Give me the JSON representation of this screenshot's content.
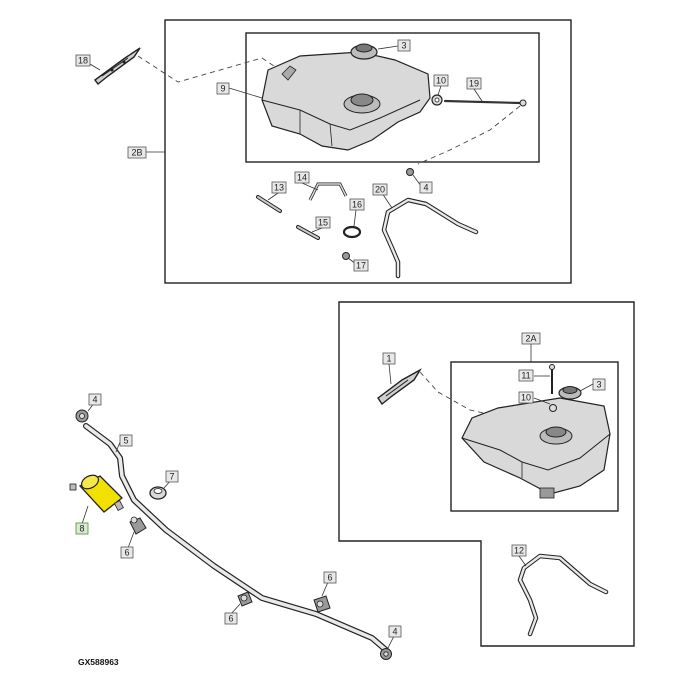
{
  "diagram": {
    "figure_code": "GX588963",
    "colors": {
      "highlight_part": "#f2e000",
      "highlight_label": "#d8ead2"
    },
    "callouts": {
      "c18": "18",
      "c9": "9",
      "c3a": "3",
      "c10a": "10",
      "c19": "19",
      "c2B": "2B",
      "c4a": "4",
      "c13": "13",
      "c14": "14",
      "c20": "20",
      "c15": "15",
      "c16": "16",
      "c17": "17",
      "c2A": "2A",
      "c1": "1",
      "c11": "11",
      "c10b": "10",
      "c3b": "3",
      "c12": "12",
      "c4b": "4",
      "c5": "5",
      "c7": "7",
      "c8": "8",
      "c6a": "6",
      "c6b": "6",
      "c6c": "6",
      "c4c": "4"
    }
  }
}
